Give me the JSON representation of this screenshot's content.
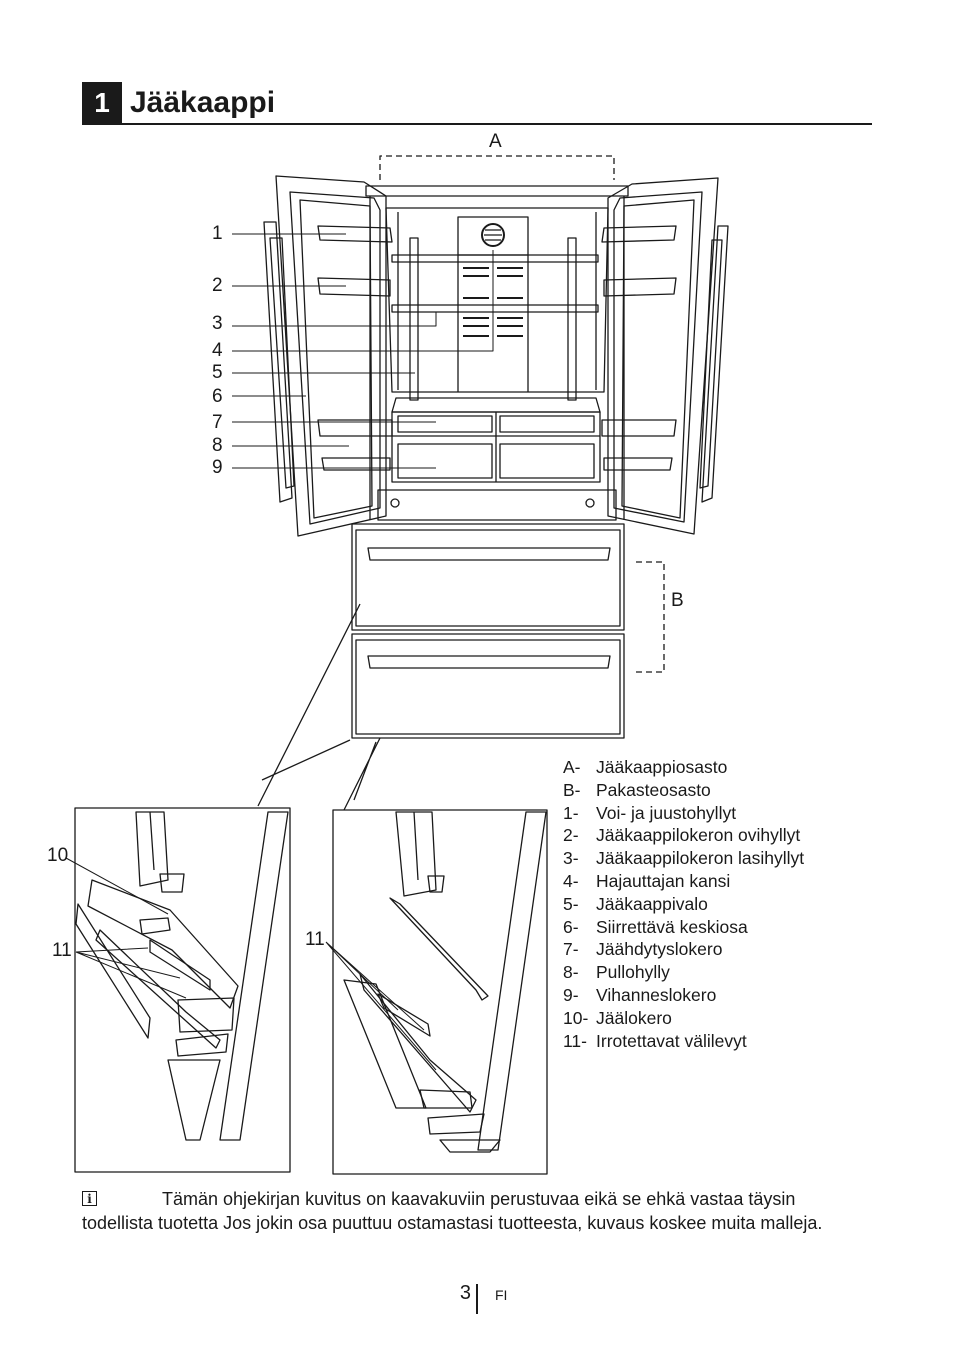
{
  "heading": {
    "number": "1",
    "title": "Jääkaappi"
  },
  "figure_labels": {
    "A": "A",
    "B": "B",
    "n1": "1",
    "n2": "2",
    "n3": "3",
    "n4": "4",
    "n5": "5",
    "n6": "6",
    "n7": "7",
    "n8": "8",
    "n9": "9",
    "n10": "10",
    "n11_left": "11",
    "n11_right": "11"
  },
  "legend": [
    {
      "key": "A-",
      "text": "Jääkaappiosasto"
    },
    {
      "key": "B-",
      "text": "Pakasteosasto"
    },
    {
      "key": "1-",
      "text": "Voi- ja juustohyllyt"
    },
    {
      "key": "2-",
      "text": "Jääkaappilokeron ovihyllyt"
    },
    {
      "key": "3-",
      "text": "Jääkaappilokeron lasihyllyt"
    },
    {
      "key": "4-",
      "text": "Hajauttajan kansi"
    },
    {
      "key": "5-",
      "text": "Jääkaappivalo"
    },
    {
      "key": "6-",
      "text": "Siirrettävä keskiosa"
    },
    {
      "key": "7-",
      "text": "Jäähdytyslokero"
    },
    {
      "key": "8-",
      "text": "Pullohylly"
    },
    {
      "key": "9-",
      "text": "Vihanneslokero"
    },
    {
      "key": "10-",
      "text": "Jäälokero"
    },
    {
      "key": "11-",
      "text": "Irrotettavat välilevyt"
    }
  ],
  "note": {
    "icon": "info-icon",
    "text": "Tämän ohjekirjan kuvitus on kaavakuviin perustuvaa eikä se ehkä vastaa täysin todellista tuotetta Jos jokin osa puuttuu ostamastasi tuotteesta, kuvaus koskee muita malleja."
  },
  "footer": {
    "page": "3",
    "lang": "FI"
  }
}
